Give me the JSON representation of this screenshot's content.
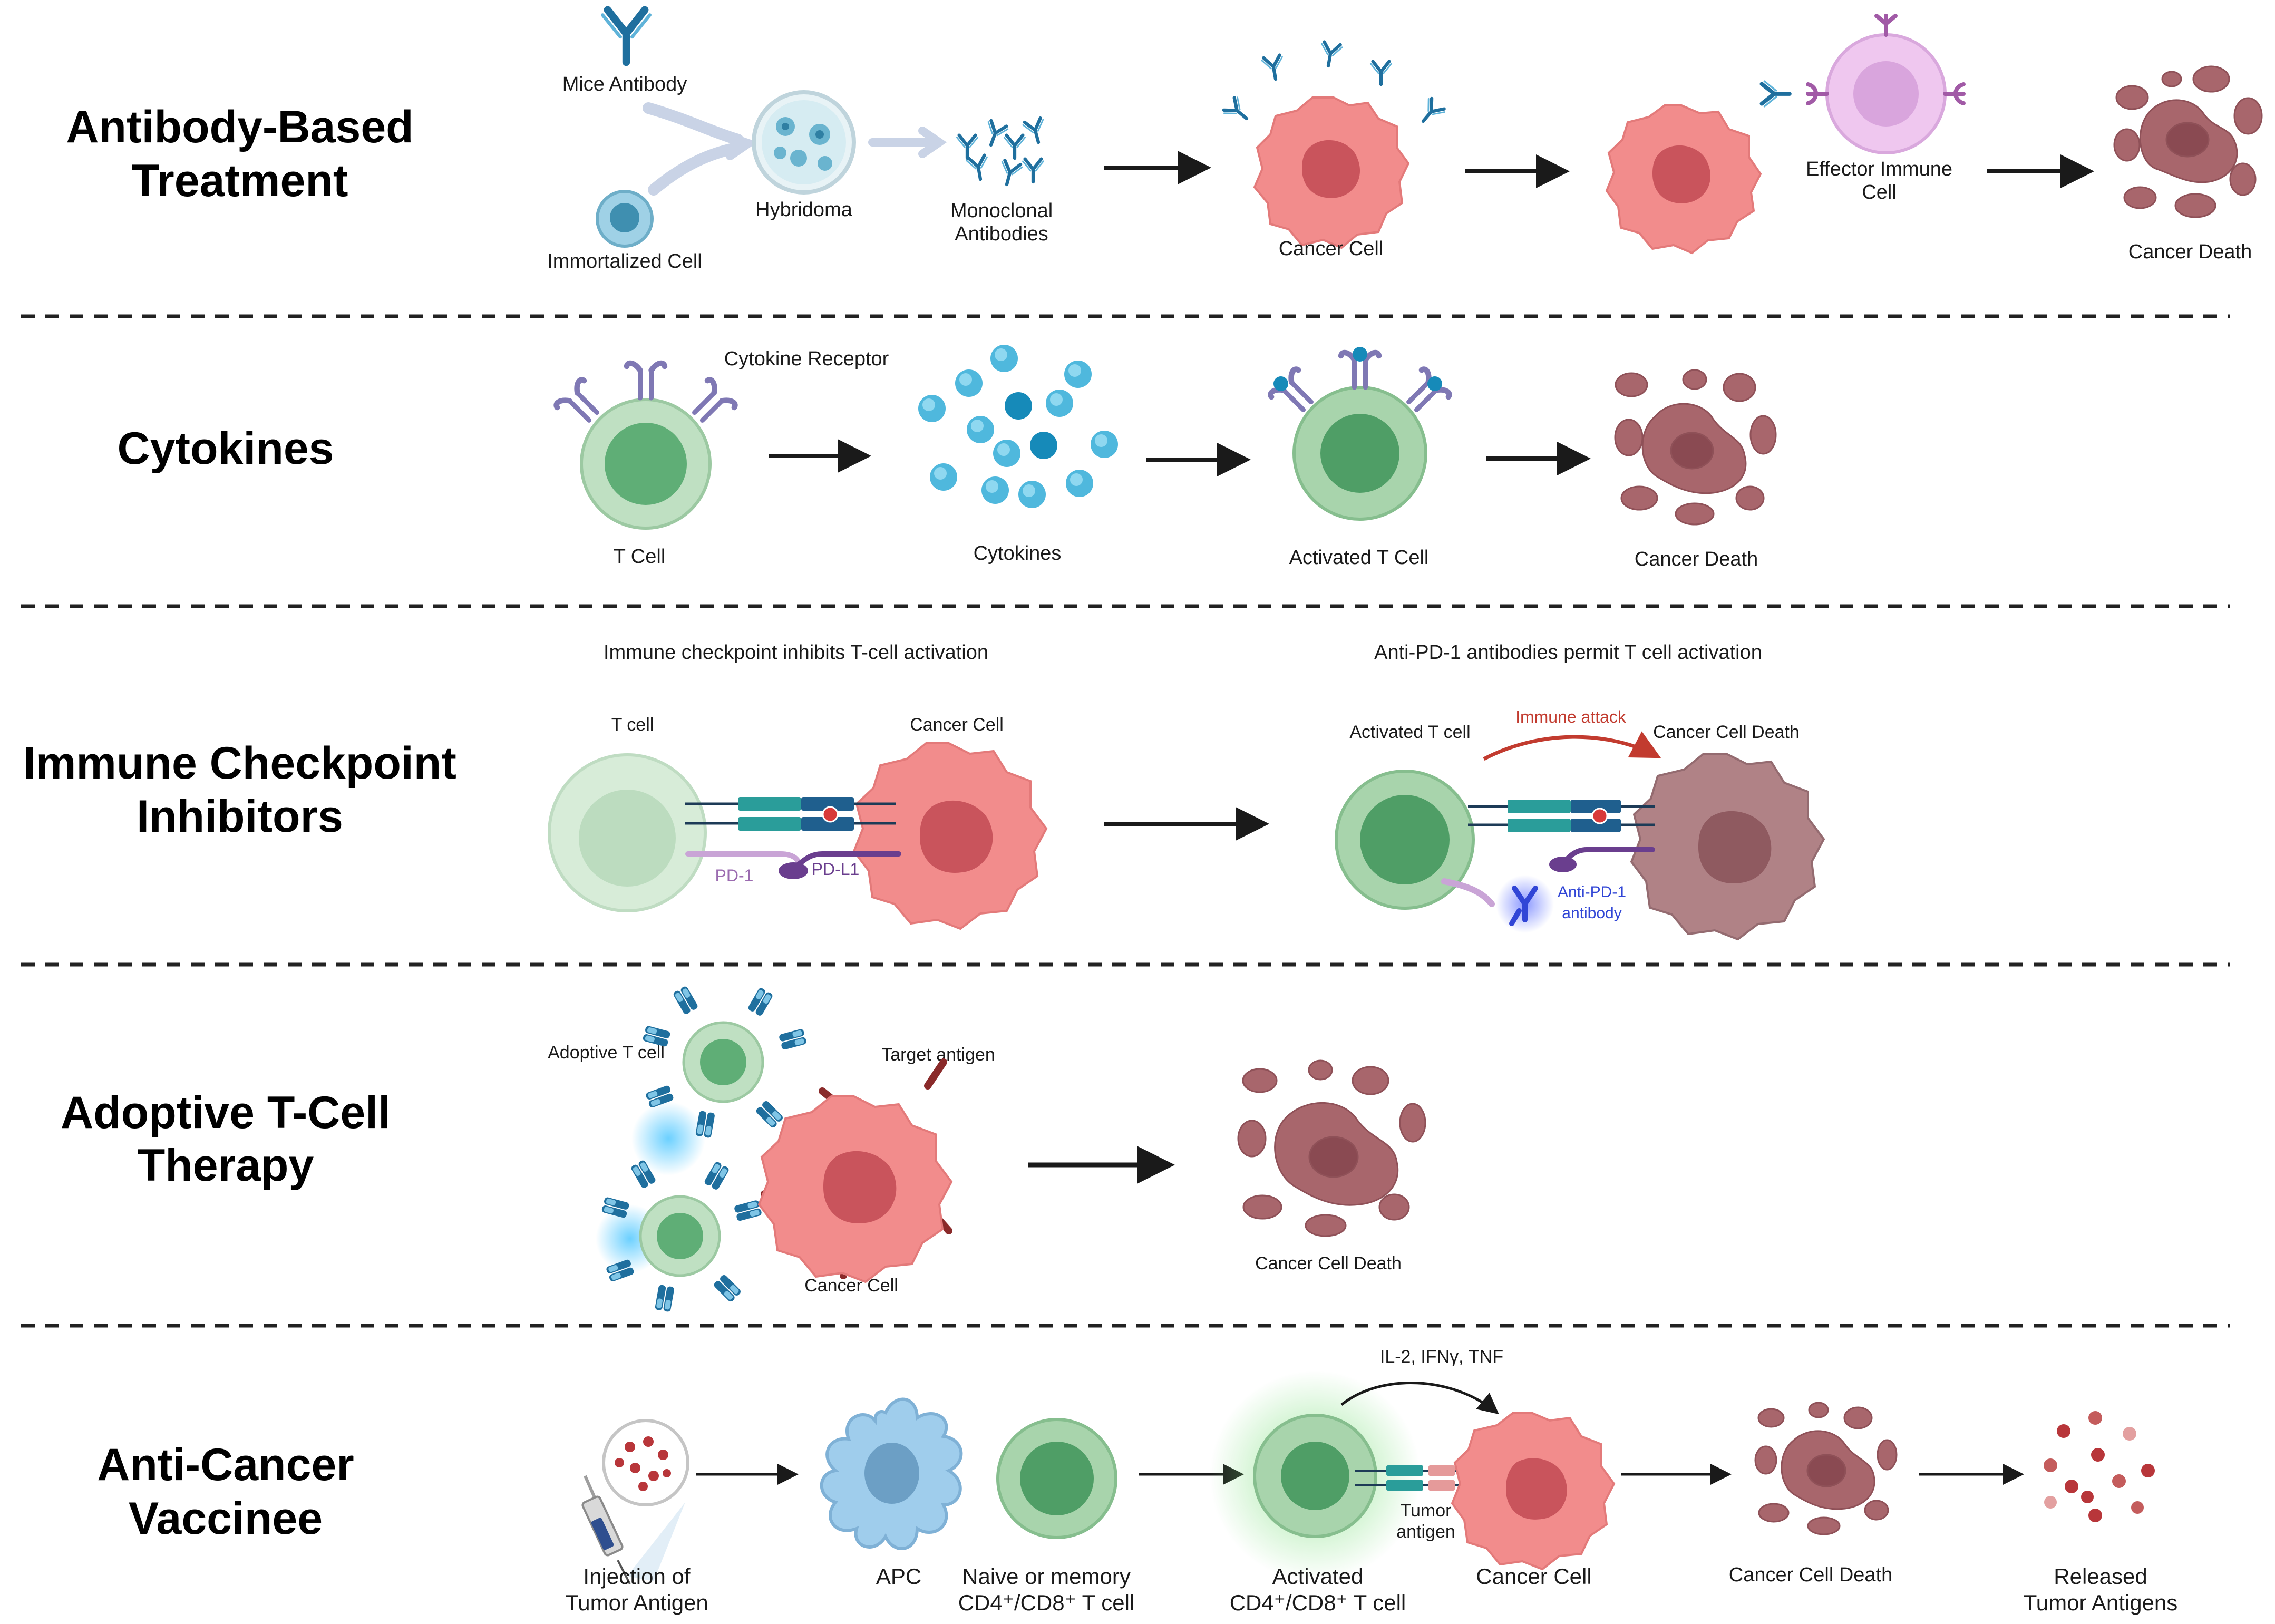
{
  "sections": {
    "antibody": {
      "title_line1": "Antibody-Based",
      "title_line2": "Treatment",
      "mice_antibody": "Mice Antibody",
      "immortalized_cell": "Immortalized Cell",
      "hybridoma": "Hybridoma",
      "monoclonal_line1": "Monoclonal",
      "monoclonal_line2": "Antibodies",
      "cancer_cell": "Cancer Cell",
      "effector_line1": "Effector Immune",
      "effector_line2": "Cell",
      "cancer_death": "Cancer Death"
    },
    "cytokines": {
      "title": "Cytokines",
      "cytokine_receptor": "Cytokine Receptor",
      "t_cell": "T Cell",
      "cytokines": "Cytokines",
      "activated_t_cell": "Activated T Cell",
      "cancer_death": "Cancer Death"
    },
    "checkpoint": {
      "title_line1": "Immune Checkpoint",
      "title_line2": "Inhibitors",
      "caption_left": "Immune checkpoint inhibits T-cell activation",
      "caption_right": "Anti-PD-1 antibodies permit T cell activation",
      "t_cell": "T cell",
      "cancer_cell": "Cancer Cell",
      "pd1": "PD-1",
      "pdl1": "PD-L1",
      "activated_t_cell": "Activated T cell",
      "immune_attack": "Immune attack",
      "cancer_cell_death": "Cancer Cell Death",
      "anti_pd1_line1": "Anti-PD-1",
      "anti_pd1_line2": "antibody"
    },
    "adoptive": {
      "title_line1": "Adoptive T-Cell",
      "title_line2": "Therapy",
      "adoptive_t_cell": "Adoptive T cell",
      "target_antigen": "Target antigen",
      "cancer_cell": "Cancer Cell",
      "cancer_cell_death": "Cancer Cell Death"
    },
    "vaccine": {
      "title_line1": "Anti-Cancer",
      "title_line2": "Vaccinee",
      "cytokine_list": "IL-2, IFNγ, TNF",
      "injection_line1": "Injection of",
      "injection_line2": "Tumor Antigen",
      "apc": "APC",
      "naive_line1": "Naive or memory",
      "naive_line2": "CD4⁺/CD8⁺ T cell",
      "tumor_antigen_line1": "Tumor",
      "tumor_antigen_line2": "antigen",
      "activated_line1": "Activated",
      "activated_line2": "CD4⁺/CD8⁺ T cell",
      "cancer_cell": "Cancer Cell",
      "cancer_cell_death": "Cancer Cell Death",
      "released_line1": "Released",
      "released_line2": "Tumor Antigens"
    }
  },
  "colors": {
    "cancer_cell": "#f28c8c",
    "cancer_nucleus": "#c9545c",
    "dead_cell": "#a8666c",
    "t_cell": "#bfe0c2",
    "t_cell_nucleus": "#5fae76",
    "antibody_blue": "#1f6f9e",
    "cytokine_blue": "#4fb8dd",
    "receptor_purple": "#8d86c0",
    "effector_purple": "#efc7ef",
    "apc_blue": "#9fcdec",
    "immune_attack_red": "#c23b2f",
    "anti_pd1_blue": "#3146d6",
    "pd1_purple": "#9b6bb0",
    "pdl1_purple": "#6a3e8e",
    "divider": "#222222"
  }
}
